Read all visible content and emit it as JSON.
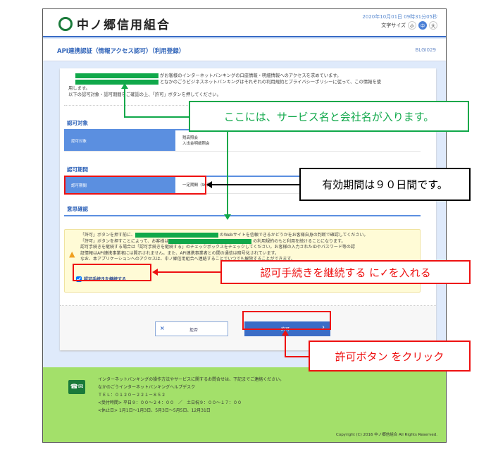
{
  "header": {
    "logo_text": "中ノ郷信用組合",
    "datetime": "2020年10月01日 09時31分05秒",
    "font_size_label": "文字サイズ",
    "font_sizes": [
      "小",
      "中",
      "大"
    ]
  },
  "title": {
    "text": "API連携認証（情報アクセス認可）（利用登録）",
    "screen_id": "BLGI029"
  },
  "intro": {
    "line1": "がお客様のインターネットバンキングの口座情報・明細情報へのアクセスを求めています。",
    "line2": "となかのごうビジネスネットバンキングはそれぞれの利用規約とプライバシーポリシーに従って、この情報を使",
    "line3": "用します。",
    "line4": "以下の認可対象・認可期間をご確認の上、「許可」ボタンを押してください。"
  },
  "scope": {
    "heading": "認可対象",
    "label": "認可対象",
    "values": [
      "残高照会",
      "入出金明細照会"
    ]
  },
  "period": {
    "heading": "認可期間",
    "label": "認可期間",
    "value": "一定期間（90日）"
  },
  "consent": {
    "heading": "意思確認",
    "lines": [
      "「許可」ボタンを押す前に、",
      "のWebサイトを信頼できるかどうかをお客様自身の判断で確認してください。",
      "「許可」ボタンを押すことによって、お客様は",
      "の利用規約のもと利用を続けることになります。",
      "認可手続きを継続する場合は「認可手続きを継続する」のチェックボックスをチェックしてください。お客様の入力されたIDやパスワード等の認",
      "証情報はAPI連携事業者には開示されません。また、API連携事業者との間の通信は暗号化されています。",
      "なお、本アプリケーションへのアクセスは、中ノ郷信用組合へ連絡することでいつでも解除することができます。"
    ],
    "checkbox_label": "認可手続きを継続する",
    "checked": true
  },
  "buttons": {
    "reject": "拒否",
    "permit": "許可"
  },
  "footer": {
    "lines": [
      "インターネットバンキングの操作方法やサービスに関するお問合せは、下記までご連絡ください。",
      "なかのごうインターネットバンキングヘルプデスク",
      "ＴＥＬ：０１２０－２２１－８５２",
      "<受付時間> 平日９：００～２４：００　／　土日祝９：００～１７：００",
      "<休止日> 1月1日～1月3日、5月3日～5月5日、12月31日"
    ],
    "copyright": "Copyright (C) 2016 中ノ郷信組合 All Rights Reserved."
  },
  "annotations": {
    "service_name": "ここには、サービス名と会社名が入ります。",
    "period": "有効期間は９０日間です。",
    "checkbox": "認可手続きを継続する に✓を入れる",
    "click": "許可ボタン をクリック"
  },
  "colors": {
    "brand_blue": "#2e62b8",
    "annotation_green": "#10a84a",
    "annotation_red": "#ee1111",
    "footer_green": "#a3e06a"
  }
}
